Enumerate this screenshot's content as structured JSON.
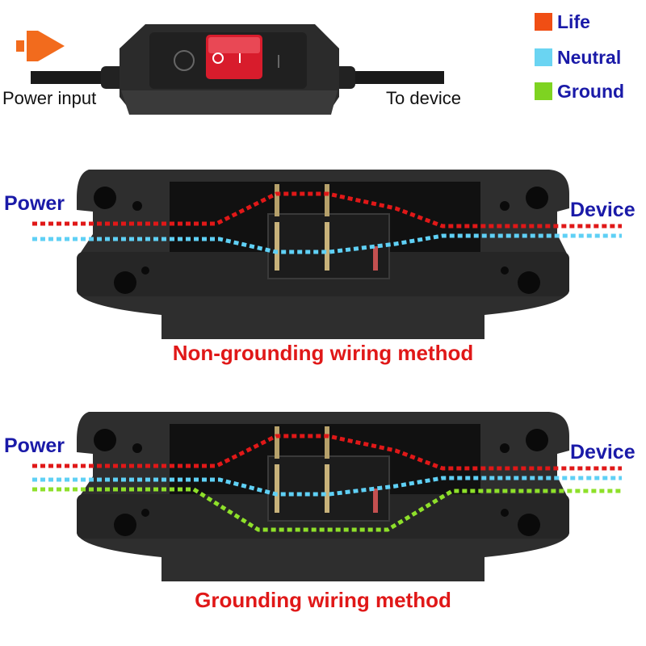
{
  "top": {
    "power_input_label": "Power input",
    "to_device_label": "To device",
    "switch_symbol_off": "○",
    "switch_symbol_on": "I",
    "switch_side_mark": "—"
  },
  "legend": [
    {
      "label": "Life",
      "color": "#f04e14"
    },
    {
      "label": "Neutral",
      "color": "#6ad4f2"
    },
    {
      "label": "Ground",
      "color": "#7ed321"
    }
  ],
  "diagram1": {
    "power_label": "Power",
    "device_label": "Device",
    "title": "Non-grounding wiring method"
  },
  "diagram2": {
    "power_label": "Power",
    "device_label": "Device",
    "title": "Grounding wiring method"
  },
  "colors": {
    "life_line": "#e01818",
    "neutral_line": "#5fd0f5",
    "ground_line": "#8ee02a",
    "arrow": "#f26b1d",
    "switch_red": "#d81c2c",
    "housing": "#2b2b2b"
  }
}
